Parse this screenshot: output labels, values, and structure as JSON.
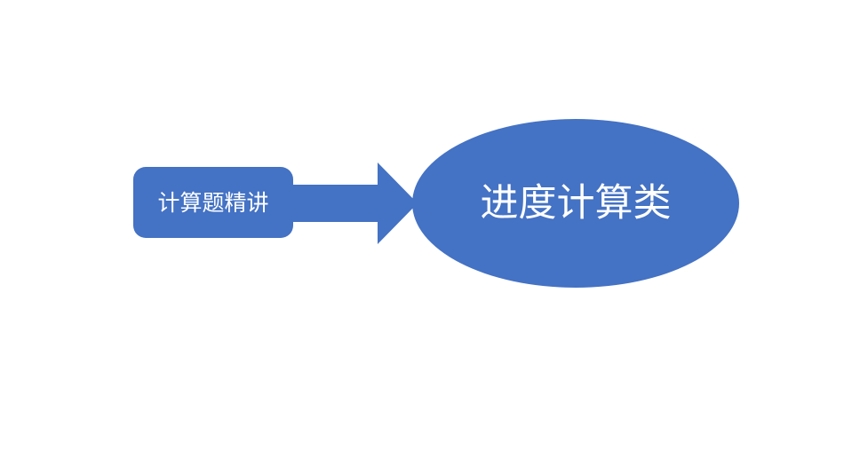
{
  "diagram": {
    "accent_color": "#4472C4",
    "background_color": "#FFFFFF",
    "text_color": "#FFFFFF",
    "box": {
      "label": "计算题精讲"
    },
    "connector": {
      "type": "right-arrow"
    },
    "ellipse": {
      "label": "进度计算类"
    }
  }
}
